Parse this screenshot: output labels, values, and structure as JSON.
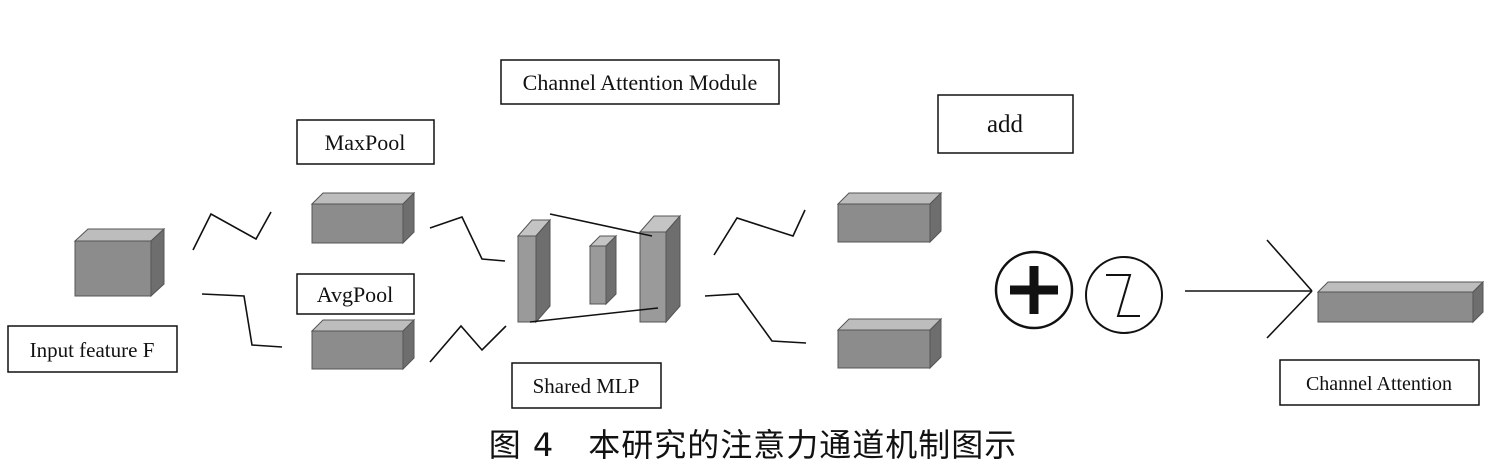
{
  "labels": {
    "channel_attention_module": "Channel Attention Module",
    "maxpool": "MaxPool",
    "avgpool": "AvgPool",
    "input_feature": "Input feature F",
    "shared_mlp": "Shared MLP",
    "add": "add",
    "channel_attention": "Channel Attention"
  },
  "caption": {
    "figure": "图 4",
    "title": "本研究的注意力通道机制图示"
  },
  "colors": {
    "box_front": "#8c8c8c",
    "box_top": "#bdbdbd",
    "box_side": "#6e6e6e",
    "line": "#111111"
  }
}
